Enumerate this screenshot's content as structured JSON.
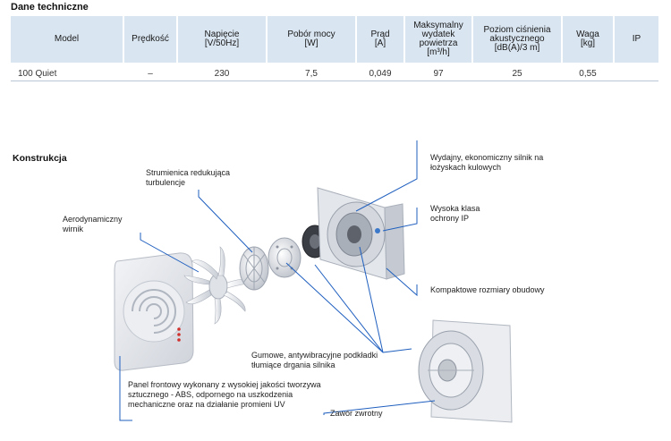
{
  "spec": {
    "title": "Dane techniczne",
    "headers": {
      "model": "Model",
      "predkosc": "Prędkość",
      "napiecie_l1": "Napięcie",
      "napiecie_l2": "[V/50Hz]",
      "pobor_l1": "Pobór mocy",
      "pobor_l2": "[W]",
      "prad_l1": "Prąd",
      "prad_l2": "[A]",
      "wydatek_l1": "Maksymalny",
      "wydatek_l2": "wydatek",
      "wydatek_l3": "powietrza",
      "wydatek_l4": "[m³/h]",
      "cisnienie_l1": "Poziom ciśnienia",
      "cisnienie_l2": "akustycznego",
      "cisnienie_l3": "[dB(A)/3 m]",
      "waga_l1": "Waga",
      "waga_l2": "[kg]",
      "ip": "IP"
    },
    "row": {
      "model": "100 Quiet",
      "predkosc": "–",
      "napiecie": "230",
      "pobor": "7,5",
      "prad": "0,049",
      "wydatek": "97",
      "cisnienie": "25",
      "waga": "0,55",
      "ip": ""
    }
  },
  "construction": {
    "title": "Konstrukcja",
    "labels": {
      "strumienica": "Strumienica redukująca turbulencje",
      "wirnik": "Aerodynamiczny wirnik",
      "silnik": "Wydajny, ekonomiczny silnik na łożyskach kulowych",
      "klasa": "Wysoka klasa ochrony IP",
      "kompakt": "Kompaktowe rozmiary obudowy",
      "gumowe": "Gumowe, antywibracyjne podkładki tłumiące drgania silnika",
      "panel": "Panel frontowy wykonany z wysokiej jakości tworzywa sztucznego - ABS, odpornego na uszkodzenia mechaniczne oraz na działanie promieni UV",
      "zawor": "Zawór zwrotny"
    },
    "colors": {
      "accent_line": "#1f5fbf",
      "panel": "#e6e8ed",
      "header_bg": "#d9e5f1"
    }
  }
}
